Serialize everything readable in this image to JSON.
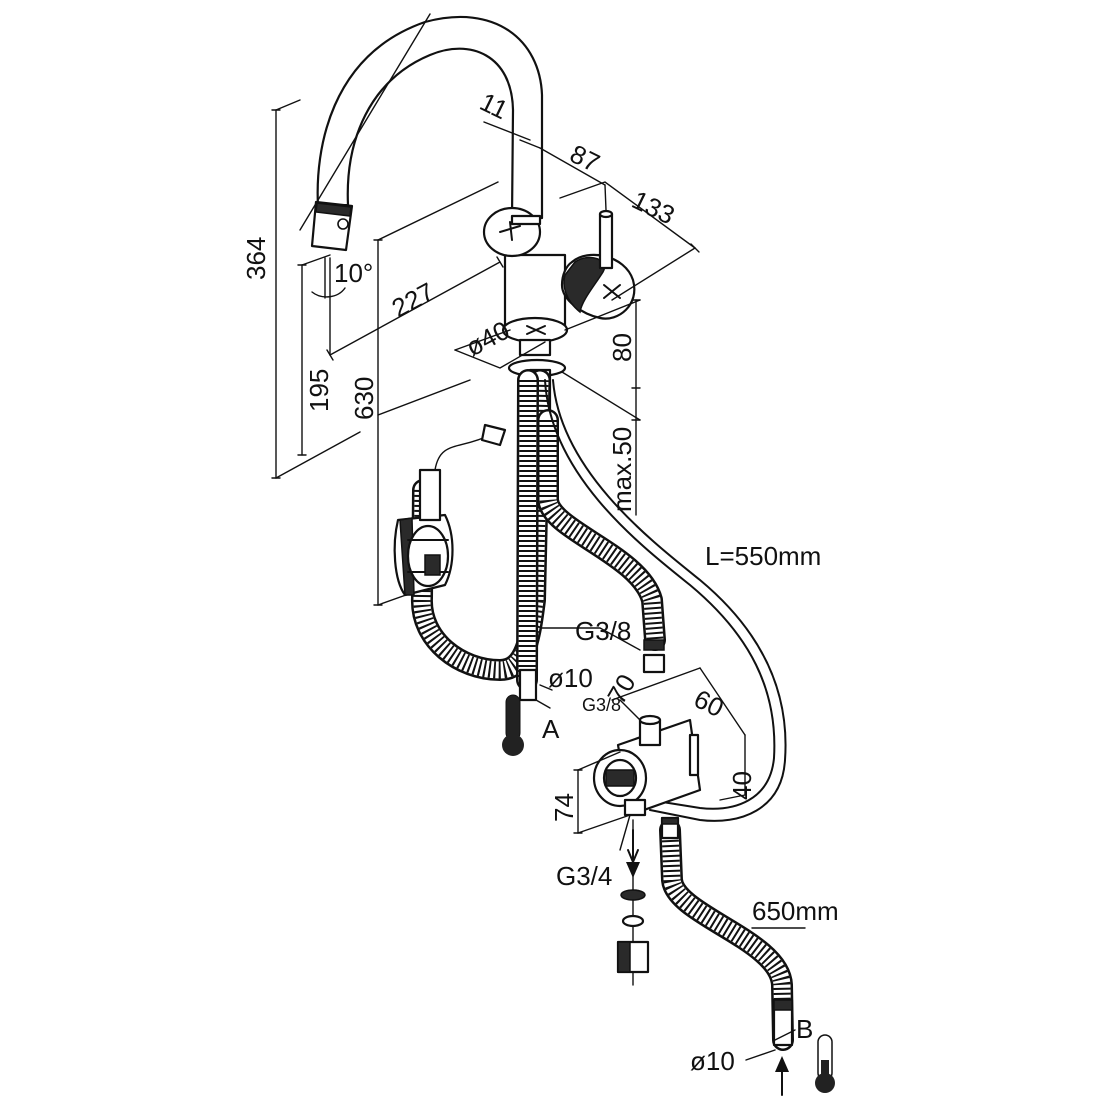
{
  "dimensions": {
    "d364": "364",
    "d11": "11",
    "d87": "87",
    "d133": "133",
    "d227": "227",
    "d10deg": "10°",
    "d195": "195",
    "d630": "630",
    "d80": "80",
    "d40dia": "ø40",
    "dmax50": "max.50",
    "hose_length_1": "L=550mm",
    "thread_g38": "G3/8",
    "thread_g38_small": "G3/8",
    "d70": "70",
    "d60": "60",
    "d40": "40",
    "d74": "74",
    "dia10_a": "ø10",
    "label_a": "A",
    "thread_g34": "G3/4",
    "hose_length_2": "650mm",
    "label_b": "B",
    "dia10_b": "ø10"
  },
  "icons": {
    "thermometer_hot": "thermometer-hot-icon",
    "thermometer_cold": "thermometer-cold-icon",
    "flow_arrow": "arrow-down-icon",
    "flow_arrow_up": "arrow-up-icon"
  },
  "colors": {
    "line": "#111111",
    "background": "#ffffff"
  }
}
